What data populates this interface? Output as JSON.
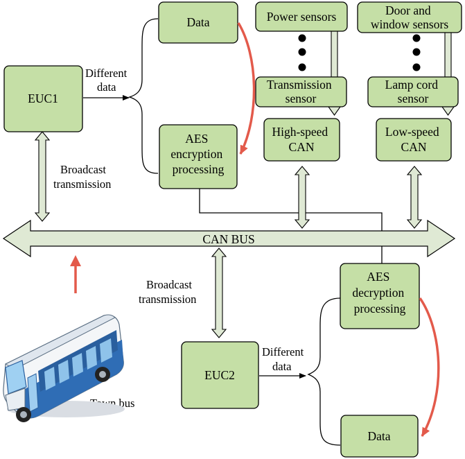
{
  "title": "",
  "colors": {
    "box_fill": "#c5dfa6",
    "bus_fill": "#dfe9d4",
    "accent_arrow": "#e35a4b",
    "bus_body": "#3a6fb0"
  },
  "nodes": {
    "data_top": "Data",
    "power_sensors": "Power sensors",
    "door_window_sensors": [
      "Door and",
      "window sensors"
    ],
    "euc1": "EUC1",
    "transmission_sensor": [
      "Transmission",
      "sensor"
    ],
    "lamp_cord_sensor": [
      "Lamp cord",
      "sensor"
    ],
    "aes_encryption": [
      "AES",
      "encryption",
      "processing"
    ],
    "high_speed_can": [
      "High-speed",
      "CAN"
    ],
    "low_speed_can": [
      "Low-speed",
      "CAN"
    ],
    "can_bus": "CAN BUS",
    "aes_decryption": [
      "AES",
      "decryption",
      "processing"
    ],
    "euc2": "EUC2",
    "data_bottom": "Data"
  },
  "labels": {
    "different_data_top": [
      "Different",
      "data"
    ],
    "broadcast_left": [
      "Broadcast",
      "transmission"
    ],
    "broadcast_center": [
      "Broadcast",
      "transmission"
    ],
    "different_data_bottom": [
      "Different",
      "data"
    ],
    "town_bus": "Town bus"
  },
  "icons": {
    "ellipsis": "vertical-dots-icon",
    "vehicle": "town-bus-icon",
    "up_arrow": "red-up-arrow-icon"
  }
}
